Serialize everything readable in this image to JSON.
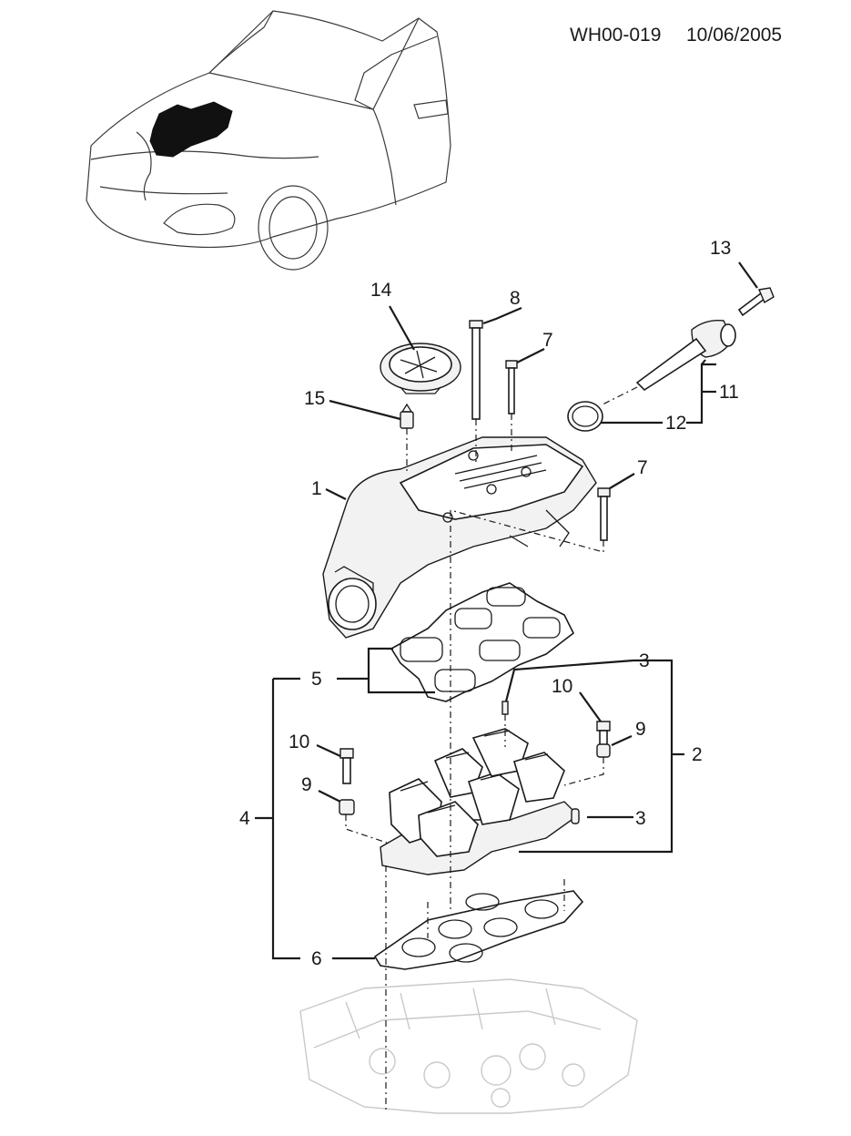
{
  "drawing": {
    "ref_code": "WH00-019",
    "date": "10/06/2005"
  },
  "callouts": {
    "c1": "1",
    "c2": "2",
    "c3a": "3",
    "c3b": "3",
    "c4": "4",
    "c5": "5",
    "c6": "6",
    "c7a": "7",
    "c7b": "7",
    "c8": "8",
    "c9a": "9",
    "c9b": "9",
    "c10a": "10",
    "c10b": "10",
    "c11": "11",
    "c12": "12",
    "c13": "13",
    "c14": "14",
    "c15": "15"
  }
}
